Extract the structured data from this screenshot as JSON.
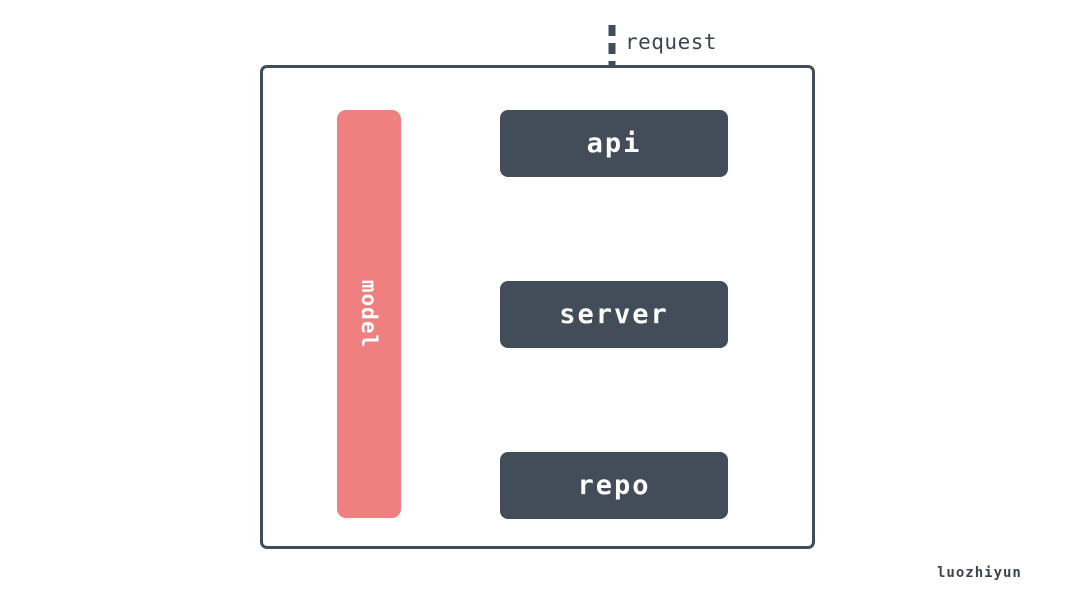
{
  "diagram": {
    "title_text": "request",
    "watermark": "luozhiyun",
    "colors": {
      "box_fill": "#434C59",
      "model_fill": "#F08080",
      "background": "#FFFFFF",
      "arrow": "#434C59",
      "label_text": "#FFFFFF",
      "outside_text": "#3D4450"
    },
    "container": {
      "name": "service-container",
      "border_color": "#434C59"
    },
    "model": {
      "label": "model",
      "orientation": "vertical"
    },
    "services": [
      {
        "id": "api",
        "label": "api"
      },
      {
        "id": "server",
        "label": "server"
      },
      {
        "id": "repo",
        "label": "repo"
      }
    ],
    "flows": [
      {
        "from": "request",
        "to": "api",
        "style": "dashed",
        "direction": "down"
      },
      {
        "from": "api",
        "to": "server",
        "style": "dashed",
        "direction": "down"
      },
      {
        "from": "server",
        "to": "repo",
        "style": "dashed",
        "direction": "down"
      },
      {
        "from": "model",
        "to": "api",
        "style": "dashed",
        "direction": "right"
      },
      {
        "from": "model",
        "to": "server",
        "style": "dashed",
        "direction": "right"
      },
      {
        "from": "model",
        "to": "repo",
        "style": "dashed",
        "direction": "right"
      }
    ]
  }
}
